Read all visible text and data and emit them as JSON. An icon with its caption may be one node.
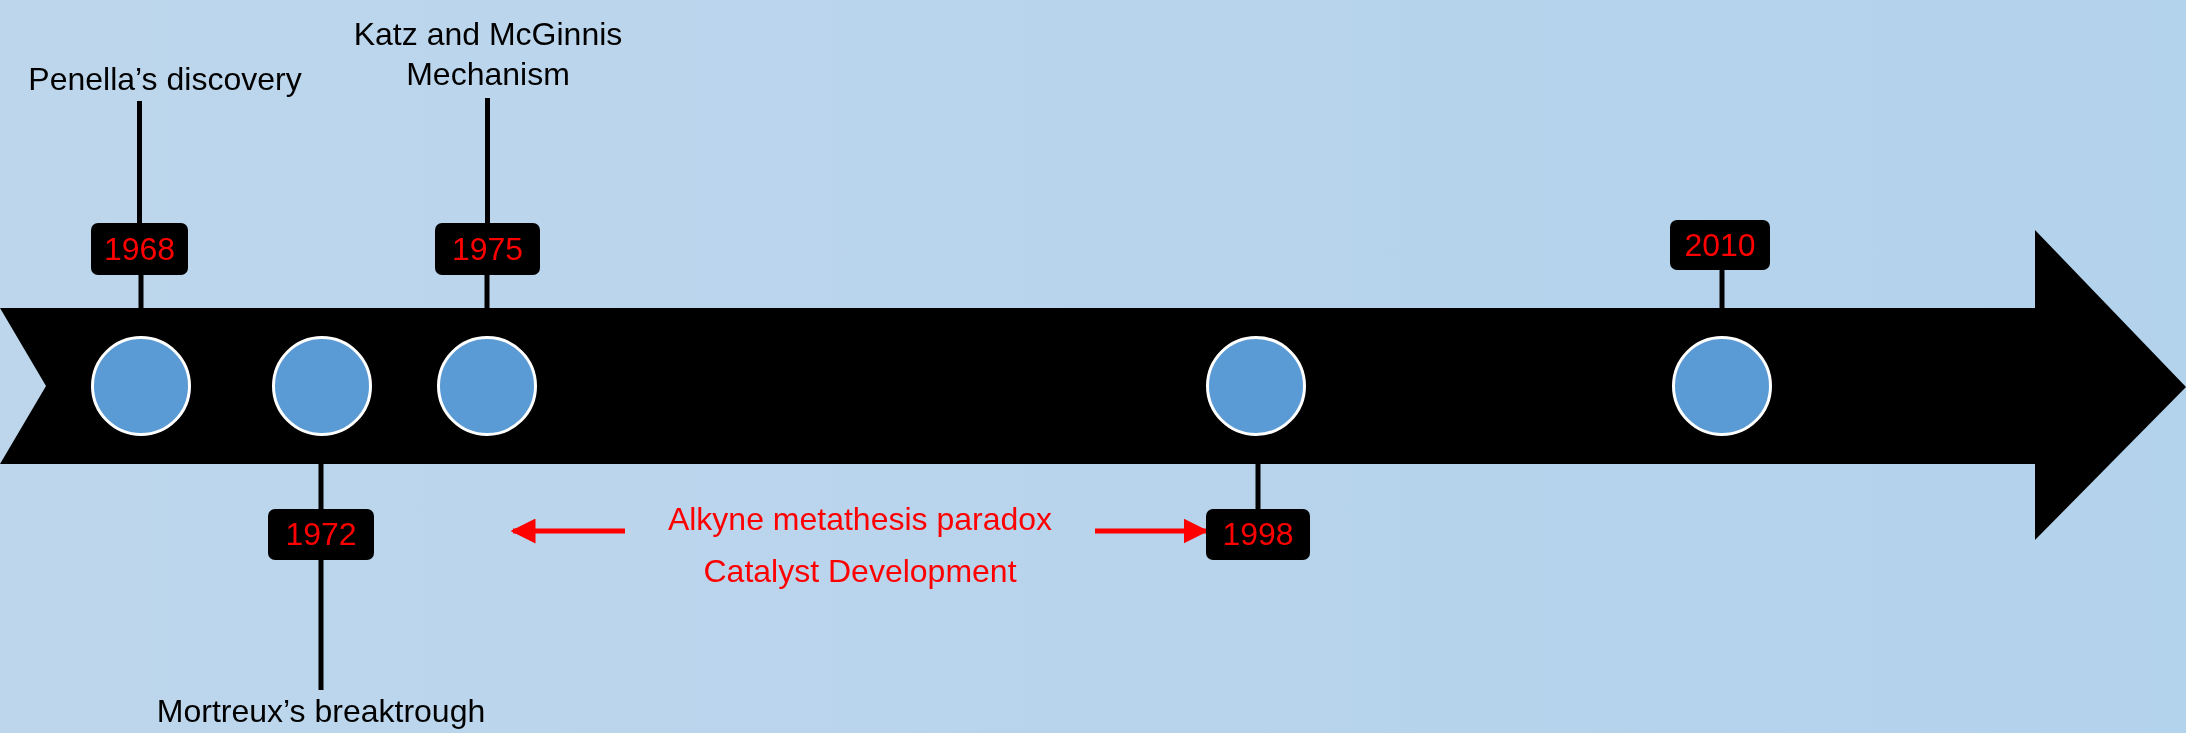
{
  "diagram": {
    "nodes": [
      {
        "text": [
          "Penella’s discovery"
        ]
      },
      {
        "text": [
          "1968"
        ]
      },
      {
        "text": [],
        "shape": "circle"
      },
      {
        "text": [],
        "shape": "circle"
      },
      {
        "text": [
          "1972"
        ]
      },
      {
        "text": [
          "Mortreux’s breaktrough"
        ]
      },
      {
        "text": [
          "Katz and McGinnis Mechanism"
        ]
      },
      {
        "text": [
          "1975"
        ]
      },
      {
        "text": [],
        "shape": "circle"
      },
      {
        "text": [],
        "shape": "circle"
      },
      {
        "text": [
          "1998"
        ]
      },
      {
        "text": [
          "2010"
        ]
      },
      {
        "text": [],
        "shape": "circle"
      },
      {
        "text": [
          "Alkyne metathesis paradox Catalyst Development"
        ]
      }
    ],
    "edges": [
      {
        "from": 0,
        "to": 1,
        "arrow": "none"
      },
      {
        "from": 1,
        "to": 2,
        "arrow": "none"
      },
      {
        "from": 3,
        "to": 4,
        "arrow": "none"
      },
      {
        "from": 4,
        "to": 5,
        "arrow": "none"
      },
      {
        "from": 6,
        "to": 7,
        "arrow": "none"
      },
      {
        "from": 7,
        "to": 8,
        "arrow": "none"
      },
      {
        "from": 9,
        "to": 10,
        "arrow": "none"
      },
      {
        "from": 11,
        "to": 12,
        "arrow": "none"
      },
      {
        "from": 13,
        "to": null,
        "arrow": "to",
        "color": "#ff0000"
      },
      {
        "from": 13,
        "to": 10,
        "arrow": "to",
        "color": "#ff0000"
      }
    ]
  }
}
